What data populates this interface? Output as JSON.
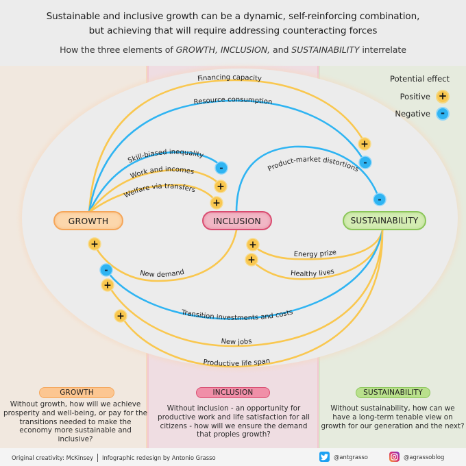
{
  "header": {
    "title_line1": "Sustainable and inclusive growth can be a dynamic, self-reinforcing combination,",
    "title_line2": "but achieving that will require addressing counteracting forces",
    "subtitle_prefix": "How the three elements of ",
    "subtitle_growth": "GROWTH,",
    "subtitle_inclusion": "INCLUSION,",
    "subtitle_and": " and ",
    "subtitle_sustainability": "SUSTAINABILITY",
    "subtitle_suffix": " interrelate"
  },
  "legend": {
    "title": "Potential effect",
    "positive_label": "Positive",
    "negative_label": "Negative",
    "positive_symbol": "+",
    "negative_symbol": "-"
  },
  "nodes": {
    "growth": "GROWTH",
    "inclusion": "INCLUSION",
    "sustainability": "SUSTAINABILITY"
  },
  "links": [
    {
      "id": "financing",
      "label": "Financing capacity",
      "from": "growth",
      "to": "sustainability",
      "effect": "positive"
    },
    {
      "id": "resource",
      "label": "Resource consumption",
      "from": "growth",
      "to": "sustainability",
      "effect": "negative"
    },
    {
      "id": "skill",
      "label": "Skill-biased inequality",
      "from": "growth",
      "to": "inclusion",
      "effect": "negative"
    },
    {
      "id": "work",
      "label": "Work and incomes",
      "from": "growth",
      "to": "inclusion",
      "effect": "positive"
    },
    {
      "id": "welfare",
      "label": "Welfare via transfers",
      "from": "growth",
      "to": "inclusion",
      "effect": "positive"
    },
    {
      "id": "product",
      "label": "Product-market distortions",
      "from": "inclusion",
      "to": "sustainability",
      "effect": "negative"
    },
    {
      "id": "demand",
      "label": "New demand",
      "from": "inclusion",
      "to": "growth",
      "effect": "positive"
    },
    {
      "id": "energy",
      "label": "Energy prize",
      "from": "sustainability",
      "to": "inclusion",
      "effect": "positive"
    },
    {
      "id": "healthy",
      "label": "Healthy lives",
      "from": "sustainability",
      "to": "inclusion",
      "effect": "positive"
    },
    {
      "id": "transition",
      "label": "Transition investments and costs",
      "from": "sustainability",
      "to": "growth",
      "effect": "negative"
    },
    {
      "id": "jobs",
      "label": "New jobs",
      "from": "sustainability",
      "to": "growth",
      "effect": "positive"
    },
    {
      "id": "lifespan",
      "label": "Productive life span",
      "from": "sustainability",
      "to": "growth",
      "effect": "positive"
    }
  ],
  "colors": {
    "positive": "#f9c74f",
    "negative": "#2fb4f2",
    "growth": "#f5a65a",
    "inclusion": "#d94c70",
    "sustainability": "#8cc65a"
  },
  "bottom": {
    "growth": {
      "tag": "GROWTH",
      "text": "Without growth, how will we achieve prosperity and well-being, or pay for the transitions needed to make the economy more sustainable and inclusive?"
    },
    "inclusion": {
      "tag": "INCLUSION",
      "text": "Without inclusion - an opportunity for productive work and life satisfaction for all citizens - how will we ensure the demand that proples growth?"
    },
    "sustainability": {
      "tag": "SUSTAINABILITY",
      "text": "Without sustainability, how can we have a long-term tenable view on growth for our generation and the next?"
    }
  },
  "footer": {
    "credit_original": "Original creativity: McKinsey",
    "credit_redesign": "Infographic redesign by Antonio Grasso",
    "twitter_handle": "@antgrasso",
    "instagram_handle": "@agrassoblog"
  }
}
